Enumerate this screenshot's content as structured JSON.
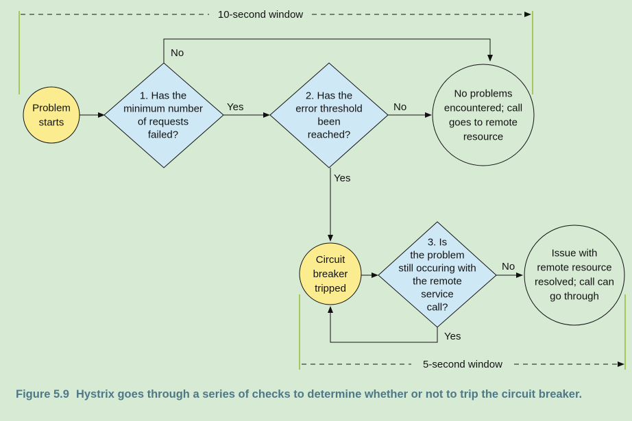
{
  "colors": {
    "background": "#d6ead4",
    "decision_fill": "#cfe8f5",
    "start_fill": "#fbec8f",
    "end_fill": "#d6ead4",
    "window_bar": "#a8c65a",
    "caption": "#4f7886"
  },
  "windows": {
    "ten_second": "10-second window",
    "five_second": "5-second window"
  },
  "nodes": {
    "problem_starts": [
      "Problem",
      "starts"
    ],
    "decision_1": [
      "1. Has the",
      "minimum number",
      "of requests",
      "failed?"
    ],
    "decision_2": [
      "2. Has the",
      "error threshold",
      "been",
      "reached?"
    ],
    "no_problems": [
      "No problems",
      "encountered; call",
      "goes to remote",
      "resource"
    ],
    "circuit_tripped": [
      "Circuit",
      "breaker",
      "tripped"
    ],
    "decision_3": [
      "3. Is",
      "the problem",
      "still occuring with",
      "the remote",
      "service",
      "call?"
    ],
    "issue_resolved": [
      "Issue with",
      "remote resource",
      "resolved; call can",
      "go through"
    ]
  },
  "edge_labels": {
    "d1_no": "No",
    "d1_yes": "Yes",
    "d2_no": "No",
    "d2_yes": "Yes",
    "d3_no": "No",
    "d3_yes": "Yes"
  },
  "caption": {
    "label": "Figure 5.9",
    "text": "Hystrix goes through a series of checks to determine whether or not to trip the circuit breaker."
  }
}
